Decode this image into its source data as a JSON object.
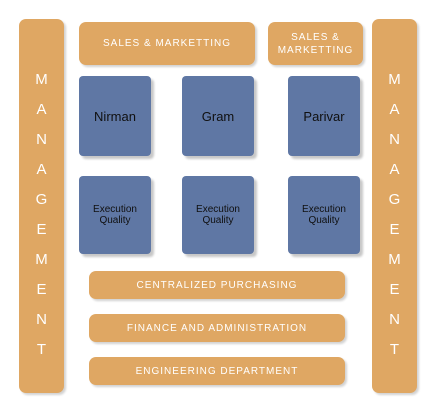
{
  "left_column": {
    "letters": [
      "M",
      "A",
      "N",
      "A",
      "G",
      "E",
      "M",
      "E",
      "N",
      "T"
    ]
  },
  "right_column": {
    "letters": [
      "M",
      "A",
      "N",
      "A",
      "G",
      "E",
      "M",
      "E",
      "N",
      "T"
    ]
  },
  "top": {
    "sales_main": "SALES & MARKETTING",
    "sales_side": "SALES & MARKETTING"
  },
  "grid": {
    "row1": [
      "Nirman",
      "Gram",
      "Parivar"
    ],
    "row2": [
      "Execution Quality",
      "Execution Quality",
      "Execution Quality"
    ]
  },
  "departments": [
    "CENTRALIZED PURCHASING",
    "FINANCE AND ADMINISTRATION",
    "ENGINEERING DEPARTMENT"
  ],
  "colors": {
    "tan": "#dfa763",
    "blue": "#5f77a4",
    "text_light": "#ffffff",
    "text_dark": "#101010"
  }
}
